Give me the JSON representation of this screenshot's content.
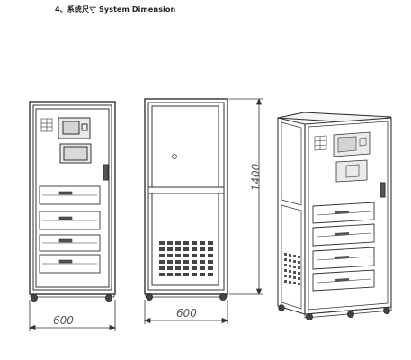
{
  "doc": {
    "heading": "4、系统尺寸 System Dimension"
  },
  "dimensions": {
    "front_width": "600",
    "side_width": "600",
    "side_height": "1400"
  },
  "icons": {
    "front_view": "cabinet-front-view-icon",
    "side_view": "cabinet-side-view-icon",
    "iso_view": "cabinet-isometric-view-icon"
  },
  "colors": {
    "line": "#333333",
    "cabinet_fill": "#ffffff",
    "screen_fill": "#e6e6e6",
    "text": "#222222",
    "dimension_text": "#555555"
  }
}
